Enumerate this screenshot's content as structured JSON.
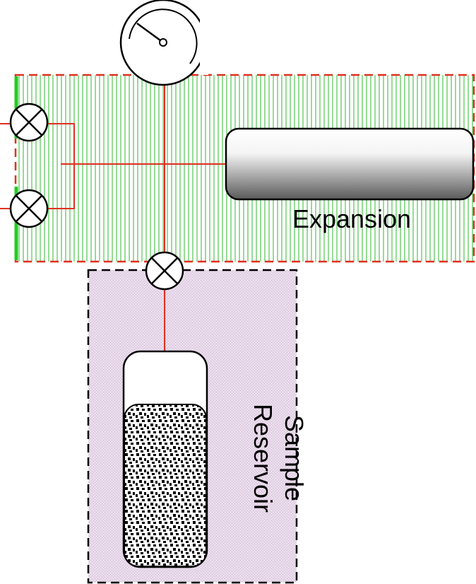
{
  "labels": {
    "expansion": "Expansion",
    "sample_line1": "Sample",
    "sample_line2": "Reservoir"
  },
  "colors": {
    "pipe": "#e03020",
    "hatch": "#2db82d",
    "accent_green": "#22cc22",
    "expansion_border": "#e03020",
    "reservoir_fill": "#eadcec",
    "reservoir_border": "#000000"
  },
  "icons": [
    "pressure-gauge-icon",
    "valve-icon",
    "expansion-tank-icon",
    "sample-vessel-icon"
  ]
}
